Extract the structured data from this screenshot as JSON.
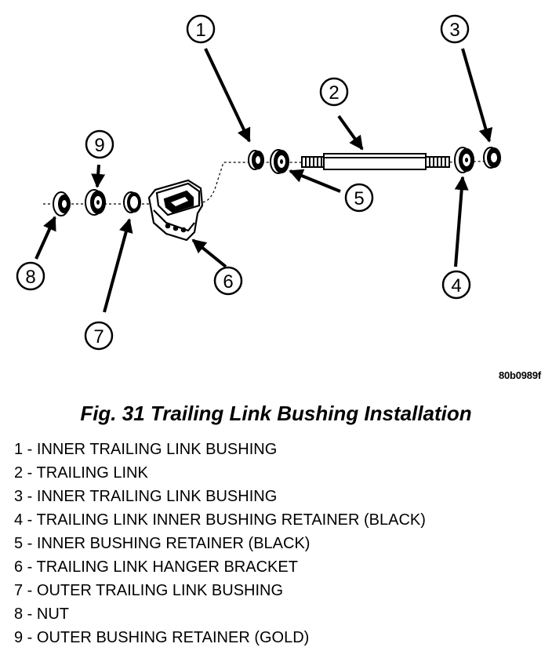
{
  "figure": {
    "code": "80b0989f",
    "caption": "Fig. 31 Trailing Link Bushing Installation"
  },
  "callouts": [
    {
      "number": "1"
    },
    {
      "number": "2"
    },
    {
      "number": "3"
    },
    {
      "number": "4"
    },
    {
      "number": "5"
    },
    {
      "number": "6"
    },
    {
      "number": "7"
    },
    {
      "number": "8"
    },
    {
      "number": "9"
    }
  ],
  "legend": [
    {
      "number": "1",
      "text": "1 - INNER TRAILING LINK BUSHING"
    },
    {
      "number": "2",
      "text": "2 - TRAILING LINK"
    },
    {
      "number": "3",
      "text": "3 - INNER TRAILING LINK BUSHING"
    },
    {
      "number": "4",
      "text": "4 - TRAILING LINK INNER BUSHING RETAINER (BLACK)"
    },
    {
      "number": "5",
      "text": "5 - INNER BUSHING RETAINER (BLACK)"
    },
    {
      "number": "6",
      "text": "6 - TRAILING LINK HANGER BRACKET"
    },
    {
      "number": "7",
      "text": "7 - OUTER TRAILING LINK BUSHING"
    },
    {
      "number": "8",
      "text": "8 - NUT"
    },
    {
      "number": "9",
      "text": "9 - OUTER BUSHING RETAINER (GOLD)"
    }
  ]
}
